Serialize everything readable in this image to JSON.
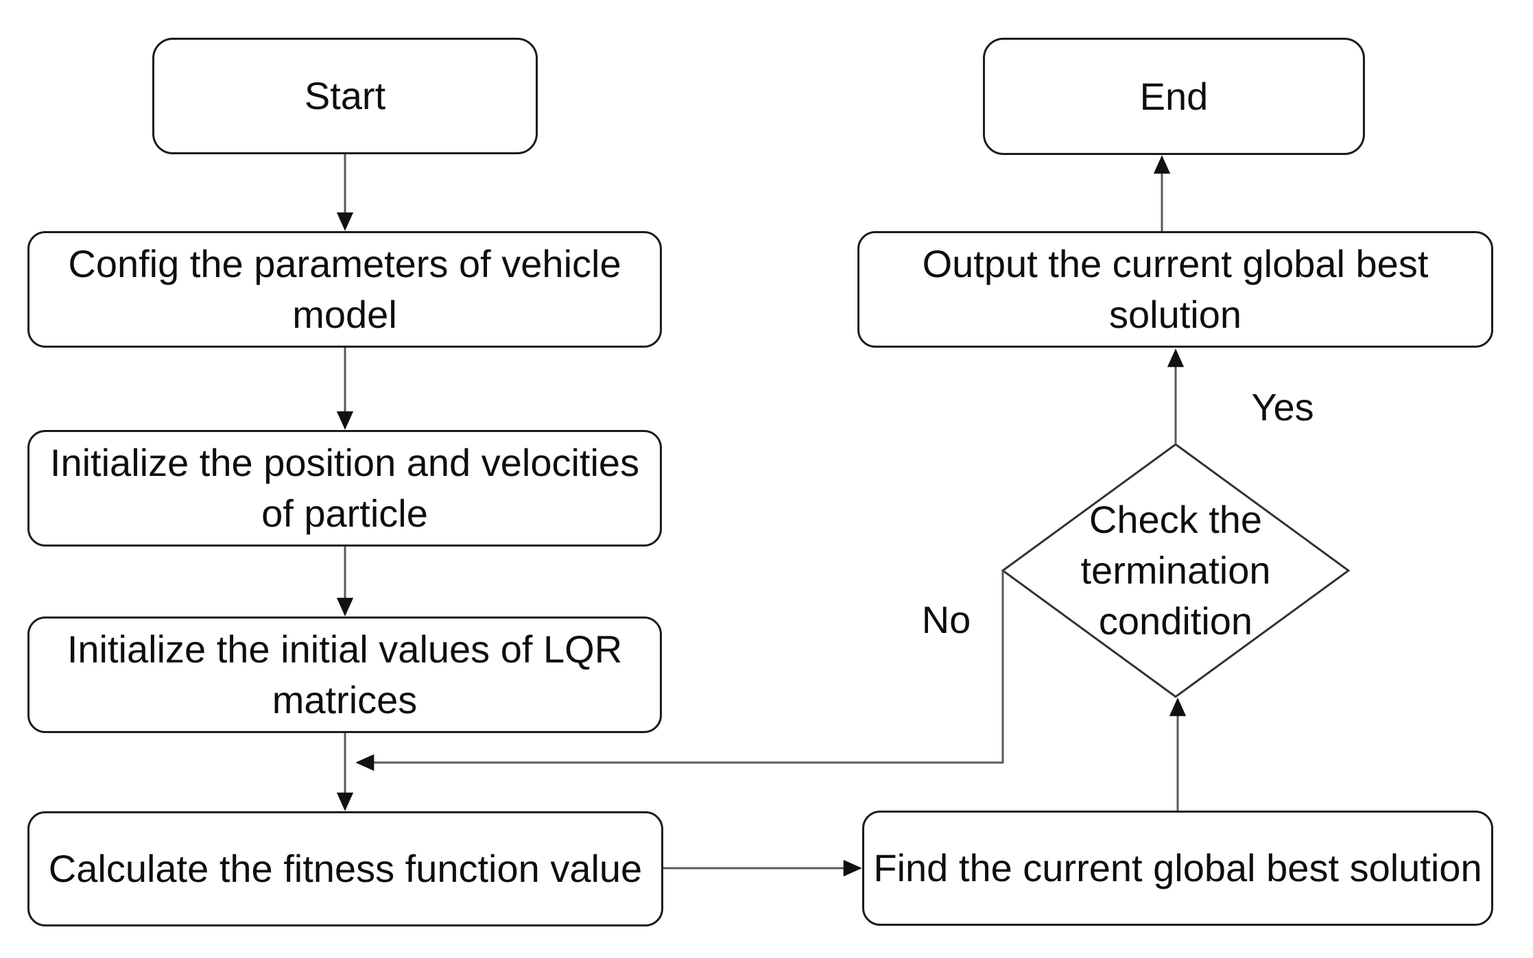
{
  "nodes": {
    "start": {
      "label": "Start"
    },
    "config": {
      "label": "Config the parameters of vehicle model"
    },
    "init_particle": {
      "label": "Initialize the position and velocities of particle"
    },
    "init_lqr": {
      "label": "Initialize the initial values of LQR matrices"
    },
    "calc_fitness": {
      "label": "Calculate the fitness function value"
    },
    "find_best": {
      "label": "Find the current global best solution"
    },
    "check_termination": {
      "label": "Check the termination condition"
    },
    "output_best": {
      "label": "Output the current global best solution"
    },
    "end": {
      "label": "End"
    }
  },
  "edge_labels": {
    "yes": "Yes",
    "no": "No"
  },
  "colors": {
    "background": "#ffffff",
    "node_fill": "#ffffff",
    "node_border": "#1b1b1b",
    "connector": "#5a5a5a",
    "arrowhead": "#111111",
    "text": "#0e0e0e"
  }
}
